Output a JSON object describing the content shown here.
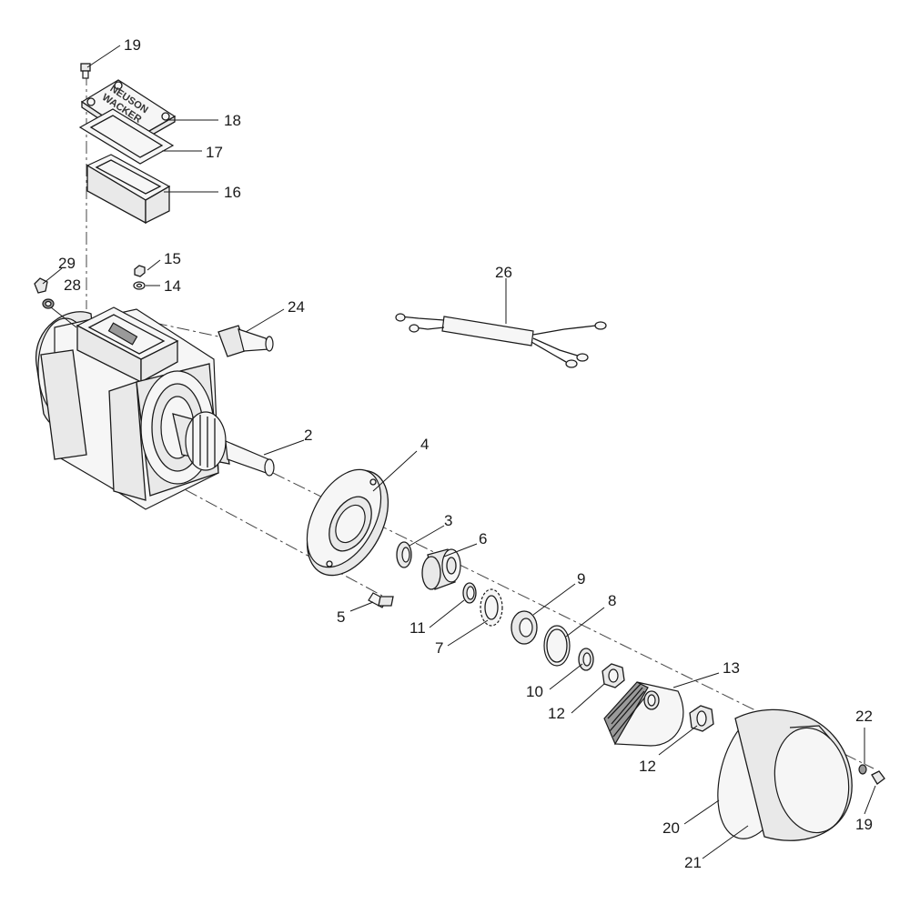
{
  "callouts": [
    {
      "id": "c19a",
      "label": "19"
    },
    {
      "id": "c18",
      "label": "18"
    },
    {
      "id": "c17",
      "label": "17"
    },
    {
      "id": "c16",
      "label": "16"
    },
    {
      "id": "c15",
      "label": "15"
    },
    {
      "id": "c14",
      "label": "14"
    },
    {
      "id": "c29",
      "label": "29"
    },
    {
      "id": "c28",
      "label": "28"
    },
    {
      "id": "c24",
      "label": "24"
    },
    {
      "id": "c26",
      "label": "26"
    },
    {
      "id": "c2",
      "label": "2"
    },
    {
      "id": "c4",
      "label": "4"
    },
    {
      "id": "c3",
      "label": "3"
    },
    {
      "id": "c6",
      "label": "6"
    },
    {
      "id": "c5",
      "label": "5"
    },
    {
      "id": "c11",
      "label": "11"
    },
    {
      "id": "c7",
      "label": "7"
    },
    {
      "id": "c9",
      "label": "9"
    },
    {
      "id": "c8",
      "label": "8"
    },
    {
      "id": "c10",
      "label": "10"
    },
    {
      "id": "c12a",
      "label": "12"
    },
    {
      "id": "c13",
      "label": "13"
    },
    {
      "id": "c12b",
      "label": "12"
    },
    {
      "id": "c22",
      "label": "22"
    },
    {
      "id": "c19b",
      "label": "19"
    },
    {
      "id": "c20",
      "label": "20"
    },
    {
      "id": "c21",
      "label": "21"
    }
  ],
  "cover_logo": {
    "line1": "WACKER",
    "line2": "NEUSON"
  }
}
